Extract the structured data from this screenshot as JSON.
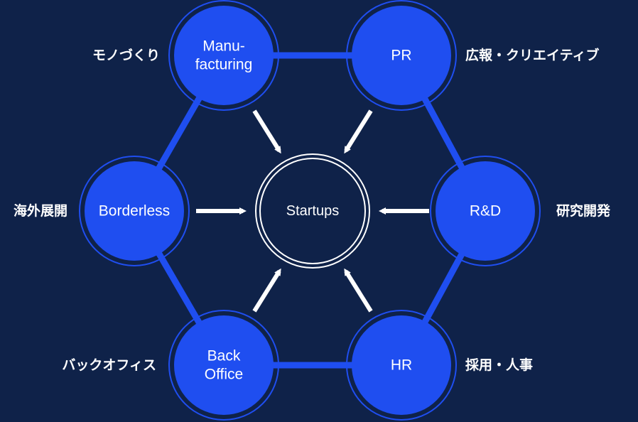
{
  "center": {
    "label": "Startups"
  },
  "nodes": [
    {
      "id": "manufacturing",
      "lines": [
        "Manu-",
        "facturing"
      ],
      "jp": "モノづくり"
    },
    {
      "id": "pr",
      "lines": [
        "PR"
      ],
      "jp": "広報・クリエイティブ"
    },
    {
      "id": "rd",
      "lines": [
        "R&D"
      ],
      "jp": "研究開発"
    },
    {
      "id": "hr",
      "lines": [
        "HR"
      ],
      "jp": "採用・人事"
    },
    {
      "id": "back-office",
      "lines": [
        "Back",
        "Office"
      ],
      "jp": "バックオフィス"
    },
    {
      "id": "borderless",
      "lines": [
        "Borderless"
      ],
      "jp": "海外展開"
    }
  ],
  "colors": {
    "background": "#0f2249",
    "node_fill": "#1f4ef0",
    "connector": "#1f4ef0",
    "arrow": "#ffffff",
    "center_ring": "#ffffff"
  }
}
